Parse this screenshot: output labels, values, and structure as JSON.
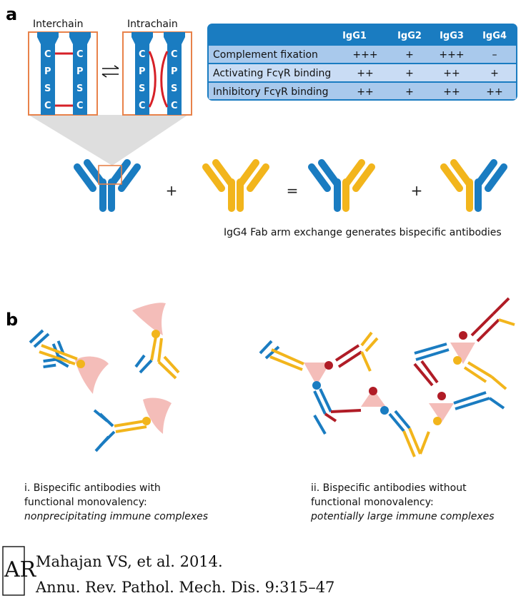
{
  "panel_a": {
    "letter": "a",
    "interchain_label": "Interchain",
    "intrachain_label": "Intrachain",
    "hinge_letters": [
      "C",
      "P",
      "S",
      "C"
    ],
    "table": {
      "columns": [
        "IgG1",
        "IgG2",
        "IgG3",
        "IgG4"
      ],
      "rows": [
        {
          "label": "Complement fixation",
          "values": [
            "+++",
            "+",
            "+++",
            "–"
          ]
        },
        {
          "label": "Activating FcγR binding",
          "values": [
            "++",
            "+",
            "++",
            "+"
          ]
        },
        {
          "label": "Inhibitory FcγR binding",
          "values": [
            "++",
            "+",
            "++",
            "++"
          ]
        }
      ]
    },
    "plus": "+",
    "equals": "=",
    "caption": "IgG4 Fab arm exchange generates bispecific antibodies"
  },
  "panel_b": {
    "letter": "b",
    "caption_left": {
      "line1": "i. Bispecific antibodies with",
      "line2": "functional monovalency:",
      "line3": "nonprecipitating immune complexes"
    },
    "caption_right": {
      "line1": "ii. Bispecific antibodies without",
      "line2": "functional monovalency:",
      "line3": "potentially large immune complexes"
    }
  },
  "citation": {
    "logo": "AR",
    "line1": "Mahajan VS, et al. 2014.",
    "line2": "Annu. Rev. Pathol. Mech. Dis. 9:315–47"
  },
  "colors": {
    "blue": "#1a7cc1",
    "yellow": "#f2b51c",
    "red": "#b01c26",
    "pink": "#f4bdb9",
    "orange_frame": "#e8824a",
    "table_header": "#1a7cc1",
    "table_row": "#a9c9ec"
  }
}
